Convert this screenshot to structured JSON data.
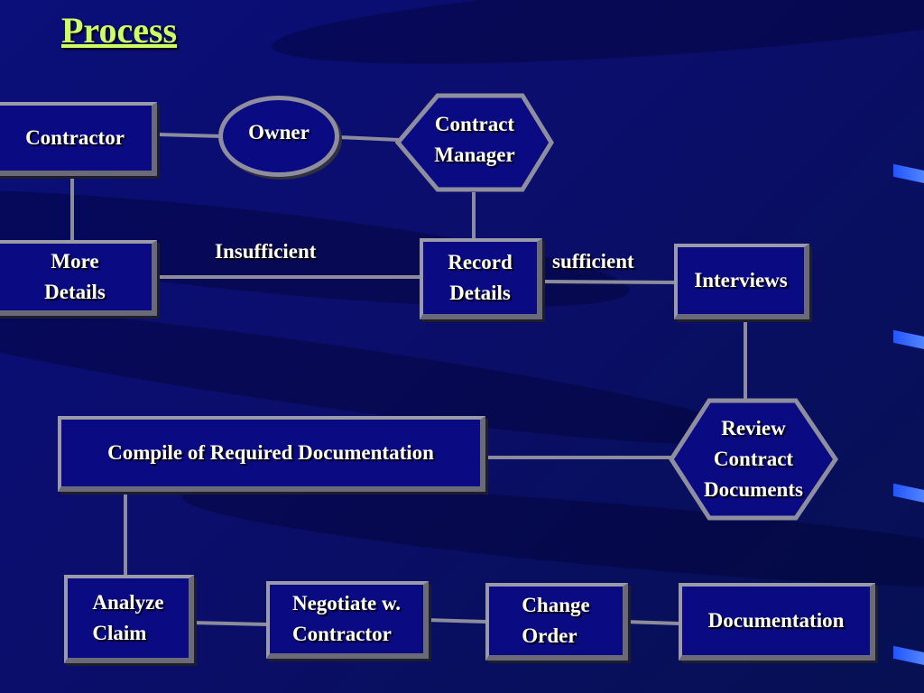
{
  "title": "Process",
  "nodes": {
    "contractor": "Contractor",
    "owner": "Owner",
    "contract_manager": "Contract\nManager",
    "more_details": "More\nDetails",
    "record_details": "Record\nDetails",
    "interviews": "Interviews",
    "review_contract_documents": "Review\nContract\nDocuments",
    "compile": "Compile of Required Documentation",
    "analyze_claim": "Analyze\nClaim",
    "negotiate": "Negotiate w.\nContractor",
    "change_order": "Change\nOrder",
    "documentation": "Documentation"
  },
  "edge_labels": {
    "insufficient": "Insufficient",
    "sufficient": "sufficient"
  }
}
